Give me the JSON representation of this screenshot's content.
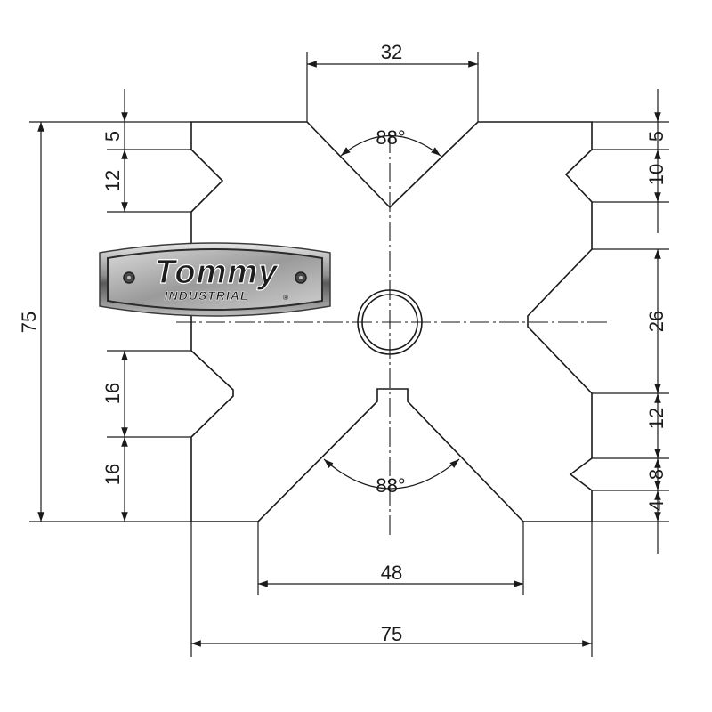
{
  "logo": {
    "brand": "Tommy",
    "sub": "INDUSTRIAL",
    "mark": "®"
  },
  "dimensions": {
    "top_vee_width": "32",
    "top_vee_angle": "88°",
    "bottom_vee_angle": "88°",
    "bottom_vee_width": "48",
    "overall_width": "75",
    "overall_height": "75",
    "left_top_offset": "5",
    "left_upper_notch": "12",
    "left_lower_notch": "16",
    "left_bottom_offset": "16",
    "right_top_offset": "5",
    "right_upper_notch": "10",
    "right_big_vee": "26",
    "right_gap": "12",
    "right_small_notch": "8",
    "right_bottom_offset": "4"
  },
  "colors": {
    "line": "#1a1a1a",
    "logo_plate_dark": "#2b2b2b",
    "logo_plate_light": "#c9c9c9"
  }
}
